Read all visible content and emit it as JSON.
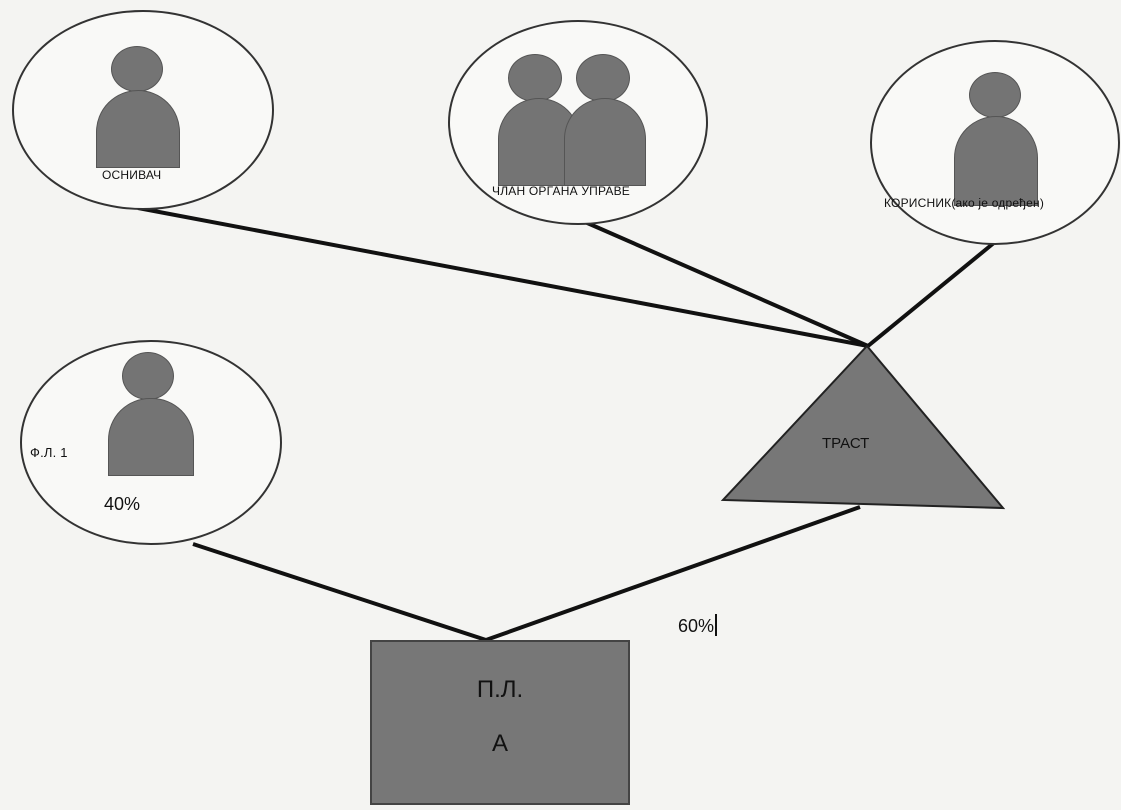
{
  "nodes": {
    "founder": {
      "label": "ОСНИВАЧ"
    },
    "board_member": {
      "label": "ЧЛАН ОРГАНА УПРАВЕ"
    },
    "beneficiary": {
      "label": "КОРИСНИК(ако је одређен)"
    },
    "person1": {
      "label": "Ф.Л. 1",
      "share": "40%"
    },
    "trust": {
      "label": "ТРАСТ",
      "share": "60%"
    },
    "entity": {
      "line1": "П.Л.",
      "line2": "А"
    }
  },
  "colors": {
    "shape_fill": "#777777",
    "line": "#111111",
    "background": "#f4f4f2"
  },
  "icons": [
    "person-icon",
    "two-persons-icon"
  ]
}
